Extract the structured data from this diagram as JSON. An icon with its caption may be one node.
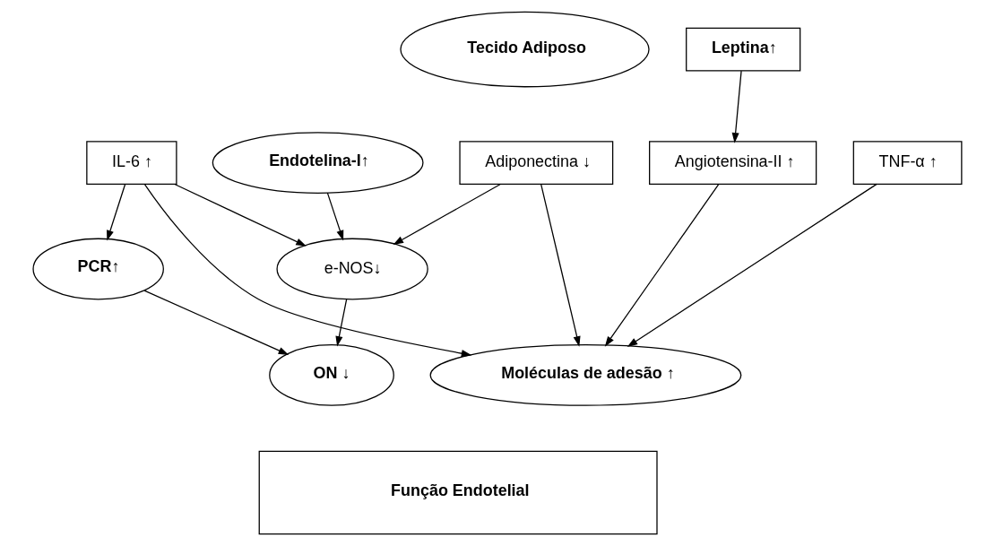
{
  "diagram": {
    "nodes": [
      {
        "text": [
          "Tecido Adiposo"
        ]
      },
      {
        "text": [
          "Leptina↑"
        ]
      },
      {
        "text": [
          "Endotelina-I↑"
        ]
      },
      {
        "text": [
          "IL-6 ↑"
        ]
      },
      {
        "text": [
          "Adiponectina ↓"
        ]
      },
      {
        "text": [
          "Angiotensina-II ↑"
        ]
      },
      {
        "text": [
          "TNF-α ↑"
        ]
      },
      {
        "text": [
          "e-NOS↓"
        ]
      },
      {
        "text": [
          "PCR↑"
        ]
      },
      {
        "text": [
          "ON ↓"
        ]
      },
      {
        "text": [
          "Moléculas de adesão ↑"
        ]
      },
      {
        "text": [
          "Função Endotelial"
        ]
      }
    ],
    "edges": [
      {
        "from": 1,
        "to": 5,
        "arrow": "to"
      },
      {
        "from": 2,
        "to": 7,
        "arrow": "to"
      },
      {
        "from": 3,
        "to": 7,
        "arrow": "to"
      },
      {
        "from": 4,
        "to": 7,
        "arrow": "to"
      },
      {
        "from": 3,
        "to": 8,
        "arrow": "to"
      },
      {
        "from": 3,
        "to": 10,
        "arrow": "to"
      },
      {
        "from": 4,
        "to": 10,
        "arrow": "to"
      },
      {
        "from": 5,
        "to": 10,
        "arrow": "to"
      },
      {
        "from": 6,
        "to": 10,
        "arrow": "to"
      },
      {
        "from": 7,
        "to": 9,
        "arrow": "to"
      },
      {
        "from": 8,
        "to": 9,
        "arrow": "to"
      }
    ]
  }
}
